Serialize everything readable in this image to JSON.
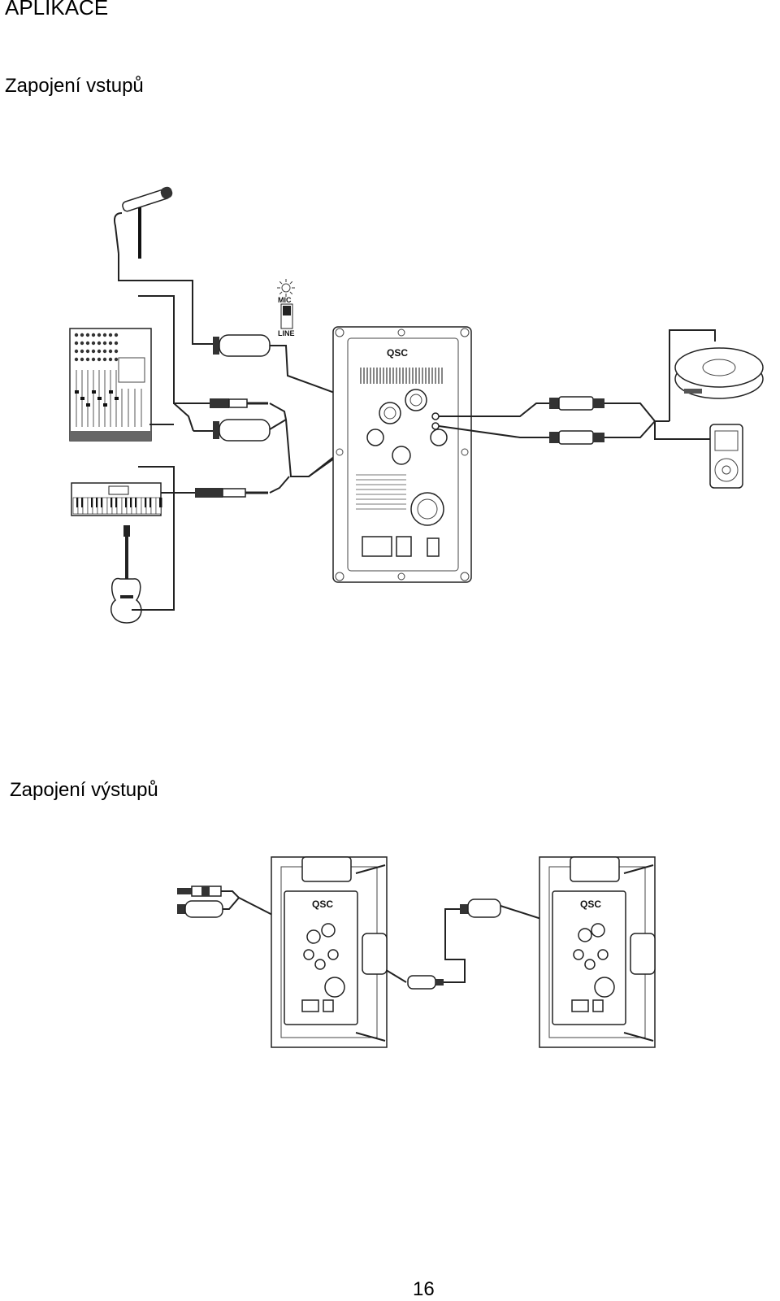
{
  "page": {
    "heading": "APLIKACE",
    "page_number": "16"
  },
  "sections": [
    {
      "title": "Zapojení vstupů",
      "figure": {
        "devices": [
          "microphone-icon",
          "mixer-icon",
          "keyboard-icon",
          "guitar-icon",
          "cd-player-icon",
          "mp3-player-icon",
          "speaker-rear-panel-icon"
        ],
        "switch_labels": {
          "top": "MIC",
          "bottom": "LINE"
        },
        "panel_brand": "QSC"
      }
    },
    {
      "title": "Zapojení výstupů",
      "figure": {
        "devices": [
          "speaker-back-icon",
          "speaker-back-icon",
          "xlr-cable-icon",
          "jack-cable-icon"
        ],
        "panel_brand": "QSC"
      }
    }
  ]
}
